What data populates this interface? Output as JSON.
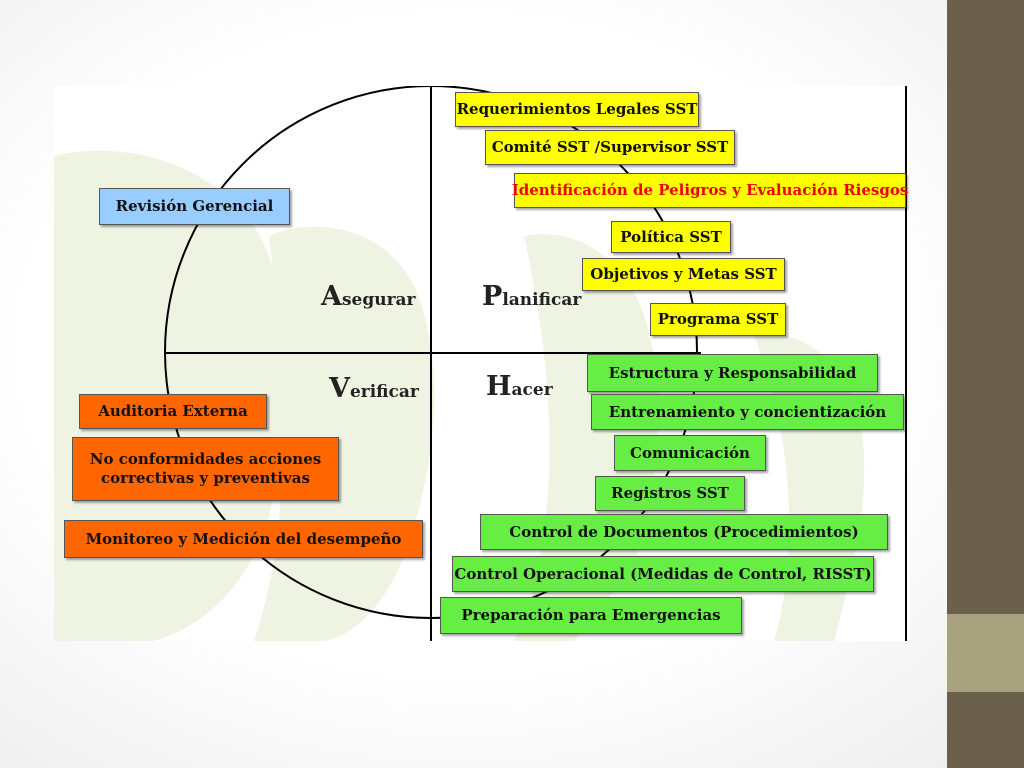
{
  "diagram": {
    "quadrants": {
      "asegurar": {
        "initial": "A",
        "rest": "segurar"
      },
      "planificar": {
        "initial": "P",
        "rest": "lanificar"
      },
      "verificar": {
        "initial": "V",
        "rest": "erificar"
      },
      "hacer": {
        "initial": "H",
        "rest": "acer"
      }
    },
    "revision": {
      "label": "Revisión Gerencial"
    },
    "planificar_items": [
      {
        "label": "Requerimientos  Legales SST"
      },
      {
        "label": "Comité SST /Supervisor SST"
      },
      {
        "label": "Identificación de Peligros y Evaluación Riesgos"
      },
      {
        "label": "Política SST"
      },
      {
        "label": "Objetivos y Metas SST"
      },
      {
        "label": "Programa SST"
      }
    ],
    "hacer_items": [
      {
        "label": "Estructura y Responsabilidad"
      },
      {
        "label": "Entrenamiento y concientización"
      },
      {
        "label": "Comunicación"
      },
      {
        "label": "Registros SST"
      },
      {
        "label": "Control de Documentos (Procedimientos)"
      },
      {
        "label": "Control Operacional (Medidas de Control, RISST)"
      },
      {
        "label": "Preparación para Emergencias"
      }
    ],
    "verificar_items": [
      {
        "label": "Auditoria Externa"
      },
      {
        "label": "No conformidades acciones\ncorrectivas y preventivas"
      },
      {
        "label": "Monitoreo y Medición del desempeño"
      }
    ],
    "colors": {
      "planificar_boxes": "#ffff00",
      "hacer_boxes": "#66ee44",
      "verificar_boxes": "#ff6600",
      "revision_box": "#99ccff",
      "highlight_text": "#ee0000",
      "sidebar_dark": "#6b604b",
      "sidebar_light": "#a8a27f"
    }
  }
}
